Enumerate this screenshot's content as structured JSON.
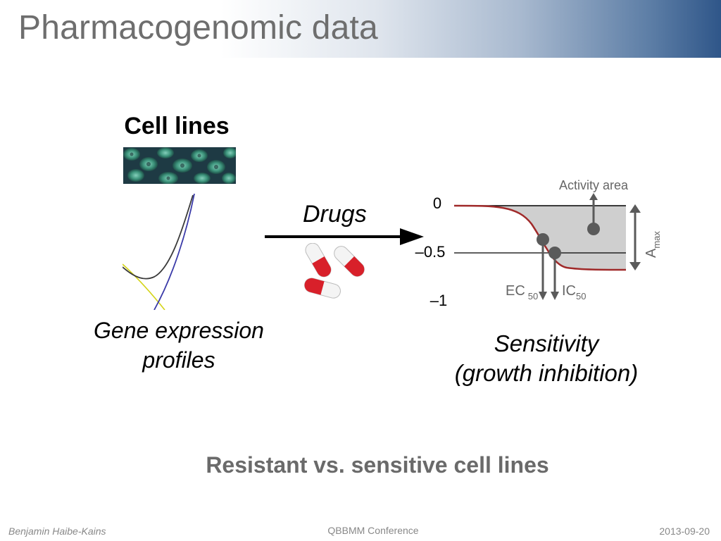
{
  "slide": {
    "title": "Pharmacogenomic data",
    "subtitle": "Resistant vs. sensitive cell lines"
  },
  "left_panel": {
    "heading": "Cell lines",
    "label_line1": "Gene expression",
    "label_line2": "profiles"
  },
  "middle_panel": {
    "label": "Drugs"
  },
  "right_panel": {
    "label_line1": "Sensitivity",
    "label_line2": "(growth inhibition)",
    "plot": {
      "y_ticks": [
        "0",
        "–0.5",
        "–1"
      ],
      "activity_area_label": "Activity area",
      "amax_label": "A",
      "amax_subscript": "max",
      "ec_label": "EC",
      "ec_subscript": "50",
      "ic_label": "IC",
      "ic_subscript": "50"
    }
  },
  "footer": {
    "author": "Benjamin Haibe-Kains",
    "conference": "QBBMM Conference",
    "date": "2013-09-20"
  },
  "colors": {
    "title_text": "#6e6e6e",
    "title_gradient_end": "#2f5689",
    "curve_red": "#a02a2a",
    "area_fill": "#cfcfcf",
    "marker_gray": "#5a5a5a",
    "pill_red": "#d8202a"
  }
}
